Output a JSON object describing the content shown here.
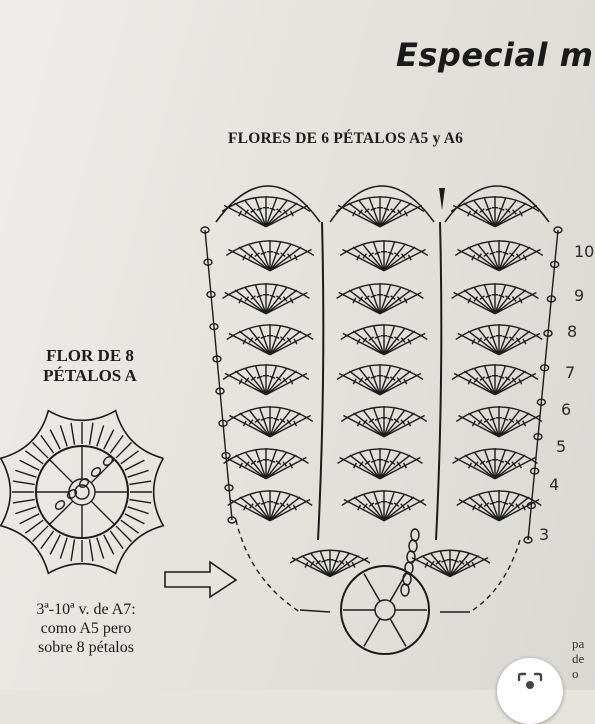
{
  "header": {
    "title": "Especial m"
  },
  "diagram_title": "FLORES DE 6 PÉTALOS A5 y A6",
  "flower8": {
    "title_line1": "FLOR DE 8",
    "title_line2": "PÉTALOS  A",
    "note_line1": "3ª-10ª v. de A7:",
    "note_line2": "como A5 pero",
    "note_line3": "sobre 8 pétalos"
  },
  "row_numbers": [
    "10",
    "9",
    "8",
    "7",
    "6",
    "5",
    "4",
    "3"
  ],
  "corner": {
    "line1": "pa",
    "line2": "de",
    "line3": "o"
  },
  "icons": [
    "lens-search-icon",
    "arrow-right-icon"
  ],
  "colors": {
    "paper": "#e6e4df",
    "ink": "#1c1c1c",
    "button": "#ffffff"
  }
}
